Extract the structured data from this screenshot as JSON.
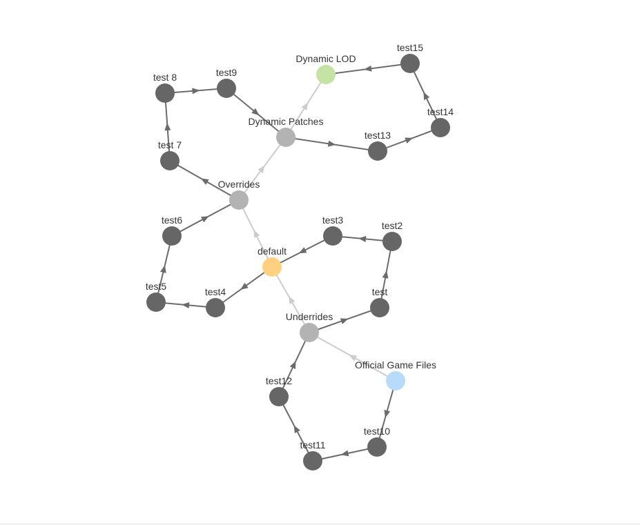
{
  "graph": {
    "colors": {
      "leaf": "#666666",
      "hub": "#b3b3b3",
      "root": "#ffd080",
      "lod": "#c5e3a4",
      "official": "#b8dbfa",
      "edge_dark": "#6b6b6b",
      "edge_light": "#cccccc"
    },
    "nodes": [
      {
        "id": "default",
        "label": "default",
        "kind": "root"
      },
      {
        "id": "overrides",
        "label": "Overrides",
        "kind": "hub"
      },
      {
        "id": "underrides",
        "label": "Underrides",
        "kind": "hub"
      },
      {
        "id": "dynamic-patches",
        "label": "Dynamic Patches",
        "kind": "hub"
      },
      {
        "id": "dynamic-lod",
        "label": "Dynamic LOD",
        "kind": "lod"
      },
      {
        "id": "official-game-files",
        "label": "Official Game Files",
        "kind": "official"
      },
      {
        "id": "test",
        "label": "test",
        "kind": "leaf"
      },
      {
        "id": "test2",
        "label": "test2",
        "kind": "leaf"
      },
      {
        "id": "test3",
        "label": "test3",
        "kind": "leaf"
      },
      {
        "id": "test4",
        "label": "test4",
        "kind": "leaf"
      },
      {
        "id": "test5",
        "label": "test5",
        "kind": "leaf"
      },
      {
        "id": "test6",
        "label": "test6",
        "kind": "leaf"
      },
      {
        "id": "test7",
        "label": "test 7",
        "kind": "leaf"
      },
      {
        "id": "test8",
        "label": "test 8",
        "kind": "leaf"
      },
      {
        "id": "test9",
        "label": "test9",
        "kind": "leaf"
      },
      {
        "id": "test10",
        "label": "test10",
        "kind": "leaf"
      },
      {
        "id": "test11",
        "label": "test11",
        "kind": "leaf"
      },
      {
        "id": "test12",
        "label": "test12",
        "kind": "leaf"
      },
      {
        "id": "test13",
        "label": "test13",
        "kind": "leaf"
      },
      {
        "id": "test14",
        "label": "test14",
        "kind": "leaf"
      },
      {
        "id": "test15",
        "label": "test15",
        "kind": "leaf"
      }
    ],
    "edges": [
      {
        "from": "underrides",
        "to": "default",
        "style": "light"
      },
      {
        "from": "default",
        "to": "overrides",
        "style": "light"
      },
      {
        "from": "overrides",
        "to": "dynamic-patches",
        "style": "light"
      },
      {
        "from": "dynamic-patches",
        "to": "dynamic-lod",
        "style": "light"
      },
      {
        "from": "official-game-files",
        "to": "underrides",
        "style": "light"
      },
      {
        "from": "default",
        "to": "test4",
        "style": "dark"
      },
      {
        "from": "test4",
        "to": "test5",
        "style": "dark"
      },
      {
        "from": "test5",
        "to": "test6",
        "style": "dark"
      },
      {
        "from": "test6",
        "to": "overrides",
        "style": "dark"
      },
      {
        "from": "overrides",
        "to": "test7",
        "style": "dark"
      },
      {
        "from": "test7",
        "to": "test8",
        "style": "dark"
      },
      {
        "from": "test8",
        "to": "test9",
        "style": "dark"
      },
      {
        "from": "test9",
        "to": "dynamic-patches",
        "style": "dark"
      },
      {
        "from": "dynamic-patches",
        "to": "test13",
        "style": "dark"
      },
      {
        "from": "test13",
        "to": "test14",
        "style": "dark"
      },
      {
        "from": "test14",
        "to": "test15",
        "style": "dark"
      },
      {
        "from": "test15",
        "to": "dynamic-lod",
        "style": "dark"
      },
      {
        "from": "underrides",
        "to": "test",
        "style": "dark"
      },
      {
        "from": "test",
        "to": "test2",
        "style": "dark"
      },
      {
        "from": "test2",
        "to": "test3",
        "style": "dark"
      },
      {
        "from": "test3",
        "to": "default",
        "style": "dark"
      },
      {
        "from": "official-game-files",
        "to": "test10",
        "style": "dark"
      },
      {
        "from": "test10",
        "to": "test11",
        "style": "dark"
      },
      {
        "from": "test11",
        "to": "test12",
        "style": "dark"
      },
      {
        "from": "test12",
        "to": "underrides",
        "style": "dark"
      }
    ]
  }
}
